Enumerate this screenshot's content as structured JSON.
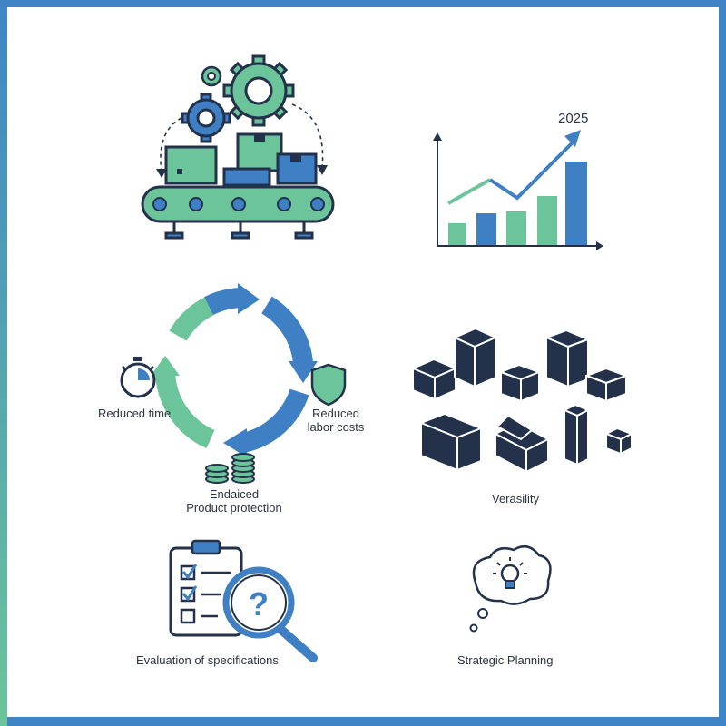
{
  "chart": {
    "year_label": "2025"
  },
  "cycle": {
    "reduced_time": "Reduced time",
    "reduced_labor_line1": "Reduced",
    "reduced_labor_line2": "labor costs",
    "product_protection_line1": "Endaiced",
    "product_protection_line2": "Product protection"
  },
  "versatility": {
    "label": "Verasility"
  },
  "evaluation": {
    "label": "Evaluation of specifications",
    "question_mark": "?"
  },
  "strategic": {
    "label": "Strategic Planning"
  },
  "colors": {
    "blue": "#3f7fc4",
    "green": "#6cc49a",
    "navy": "#23324a",
    "frame": "#3f84c6"
  },
  "icons": [
    "gear-icon",
    "box-icon",
    "conveyor-belt-icon",
    "bar-chart-icon",
    "trend-arrow-icon",
    "cycle-arrows-icon",
    "stopwatch-icon",
    "shield-icon",
    "coins-icon",
    "package-icon",
    "clipboard-checklist-icon",
    "magnifier-icon",
    "thought-bubble-icon",
    "lightbulb-icon"
  ]
}
